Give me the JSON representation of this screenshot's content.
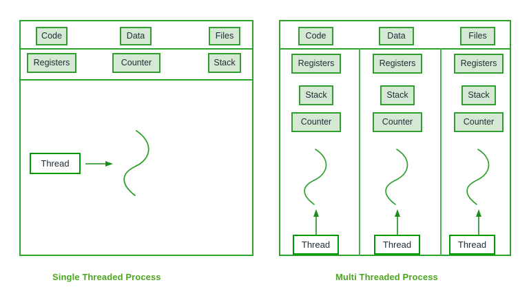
{
  "diagram": {
    "title_left": "Single Threaded Process",
    "title_right": "Multi Threaded Process",
    "colors": {
      "box_fill": "#d5e8d4",
      "box_border": "#2f9e2f",
      "panel_border": "#29a329",
      "thread_border": "#009900",
      "caption_text": "#4ca520",
      "label_text": "#1f2a33",
      "background": "#ffffff"
    },
    "left_panel": {
      "header_row": [
        {
          "label": "Code"
        },
        {
          "label": "Data"
        },
        {
          "label": "Files"
        }
      ],
      "second_row": [
        {
          "label": "Registers"
        },
        {
          "label": "Counter"
        },
        {
          "label": "Stack"
        }
      ],
      "thread": {
        "label": "Thread"
      },
      "arrow_direction": "right",
      "squiggle_count": 1
    },
    "right_panel": {
      "header_row": [
        {
          "label": "Code"
        },
        {
          "label": "Data"
        },
        {
          "label": "Files"
        }
      ],
      "columns": [
        {
          "items": [
            {
              "label": "Registers"
            },
            {
              "label": "Stack"
            },
            {
              "label": "Counter"
            }
          ],
          "thread": {
            "label": "Thread"
          }
        },
        {
          "items": [
            {
              "label": "Registers"
            },
            {
              "label": "Stack"
            },
            {
              "label": "Counter"
            }
          ],
          "thread": {
            "label": "Thread"
          }
        },
        {
          "items": [
            {
              "label": "Registers"
            },
            {
              "label": "Stack"
            },
            {
              "label": "Counter"
            }
          ],
          "thread": {
            "label": "Thread"
          }
        }
      ],
      "arrow_direction": "up",
      "squiggle_count": 3
    }
  }
}
